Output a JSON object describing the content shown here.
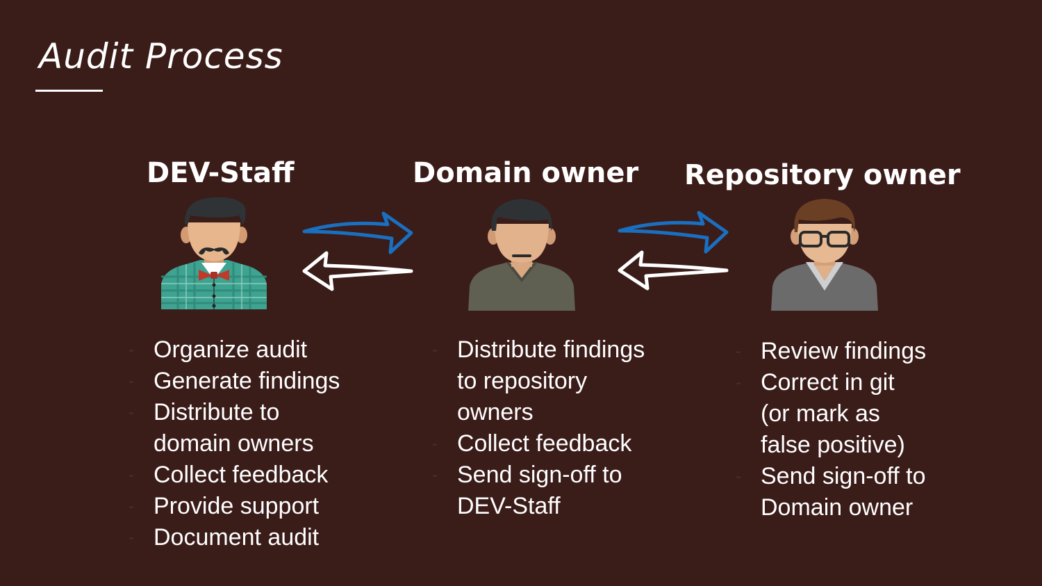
{
  "slide": {
    "title": "Audit Process"
  },
  "roles": [
    {
      "label": "DEV-Staff",
      "tasks": [
        [
          "Organize audit"
        ],
        [
          "Generate findings"
        ],
        [
          "Distribute to",
          "domain owners"
        ],
        [
          "Collect feedback"
        ],
        [
          "Provide support"
        ],
        [
          "Document audit"
        ]
      ]
    },
    {
      "label": "Domain owner",
      "tasks": [
        [
          "Distribute findings",
          "to repository",
          "owners"
        ],
        [
          "Collect feedback"
        ],
        [
          "Send sign-off to",
          "DEV-Staff"
        ]
      ]
    },
    {
      "label": "Repository owner",
      "tasks": [
        [
          "Review findings"
        ],
        [
          "Correct in git",
          "(or mark as",
          "false positive)"
        ],
        [
          "Send sign-off to",
          "Domain owner"
        ]
      ]
    }
  ],
  "colors": {
    "background": "#3a1c19",
    "forward_arrow": "#1a6fc0",
    "back_arrow": "#ffffff",
    "bullet": "#5a2a24"
  },
  "icons": [
    "hipster-man-avatar-icon",
    "man-avatar-icon",
    "man-with-glasses-avatar-icon",
    "right-arrow-icon",
    "left-arrow-icon"
  ]
}
